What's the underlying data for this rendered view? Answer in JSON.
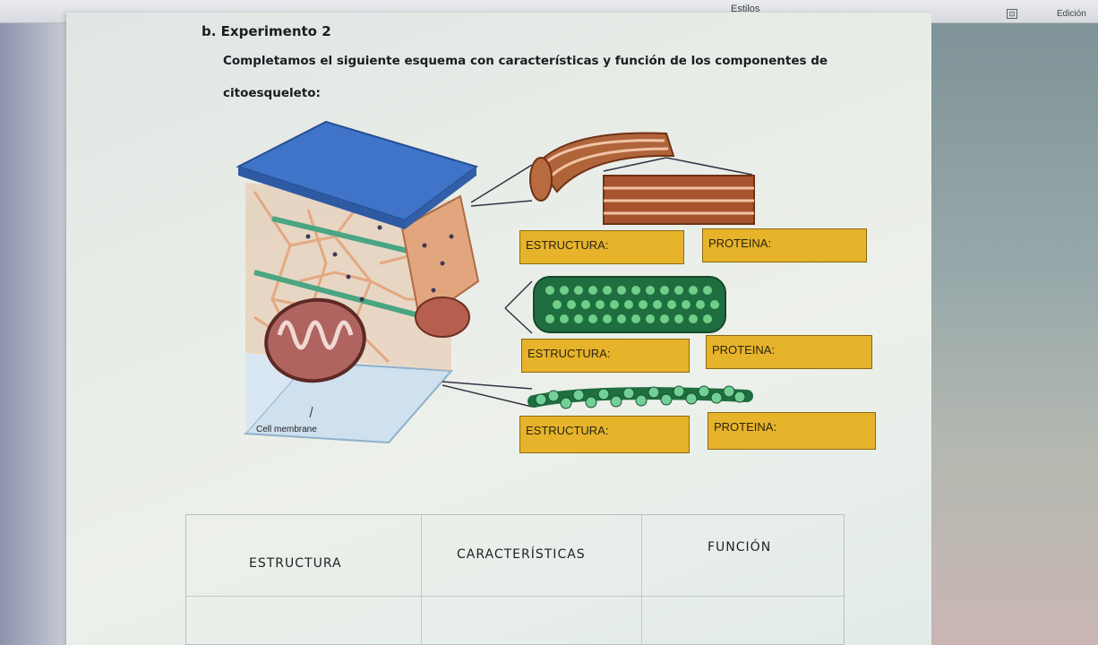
{
  "ribbon": {
    "styles_label": "Estilos",
    "editing_label": "Edición",
    "launcher_glyph": "⊡"
  },
  "document": {
    "section_title": "b. Experimento 2",
    "instruction_line1": "Completamos el siguiente esquema con características y función de los componentes de",
    "instruction_line2": "citoesqueleto:",
    "figure": {
      "cell_membrane_label": "Cell membrane",
      "labels": [
        {
          "estructura": "ESTRUCTURA:",
          "proteina": "PROTEINA:"
        },
        {
          "estructura": "ESTRUCTURA:",
          "proteina": "PROTEINA:"
        },
        {
          "estructura": "ESTRUCTURA:",
          "proteina": "PROTEINA:"
        }
      ]
    },
    "table": {
      "headers": [
        "ESTRUCTURA",
        "CARACTERÍSTICAS",
        "FUNCIÓN"
      ]
    }
  },
  "colors": {
    "label_fill": "#e6b32b",
    "membrane_top": "#3f74c8",
    "microtubule": "#2f8a52",
    "fiber": "#b0643a"
  }
}
